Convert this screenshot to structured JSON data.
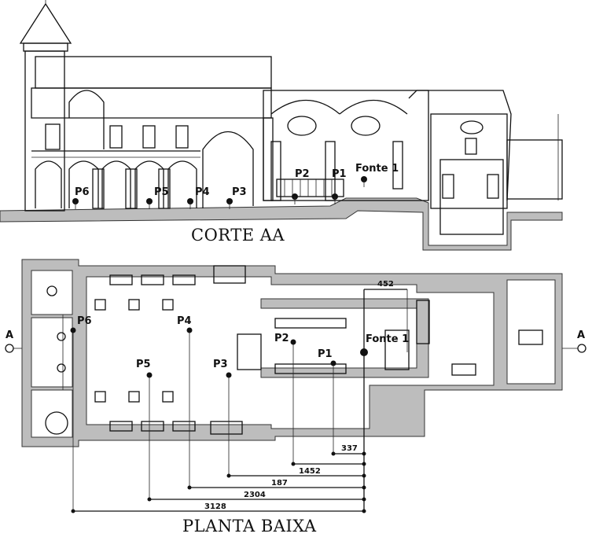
{
  "section": {
    "title": "CORTE AA",
    "points": [
      {
        "label": "P6"
      },
      {
        "label": "P5"
      },
      {
        "label": "P4"
      },
      {
        "label": "P3"
      },
      {
        "label": "P2"
      },
      {
        "label": "P1"
      },
      {
        "label": "Fonte 1"
      }
    ]
  },
  "plan": {
    "title": "PLANTA BAIXA",
    "section_marker": "A",
    "points": [
      {
        "label": "P6"
      },
      {
        "label": "P5"
      },
      {
        "label": "P4"
      },
      {
        "label": "P3"
      },
      {
        "label": "P2"
      },
      {
        "label": "P1"
      },
      {
        "label": "Fonte 1"
      }
    ],
    "dimensions": [
      {
        "value": "452"
      },
      {
        "value": "337"
      },
      {
        "value": "1452"
      },
      {
        "value": "187"
      },
      {
        "value": "2304"
      },
      {
        "value": "3128"
      }
    ]
  }
}
